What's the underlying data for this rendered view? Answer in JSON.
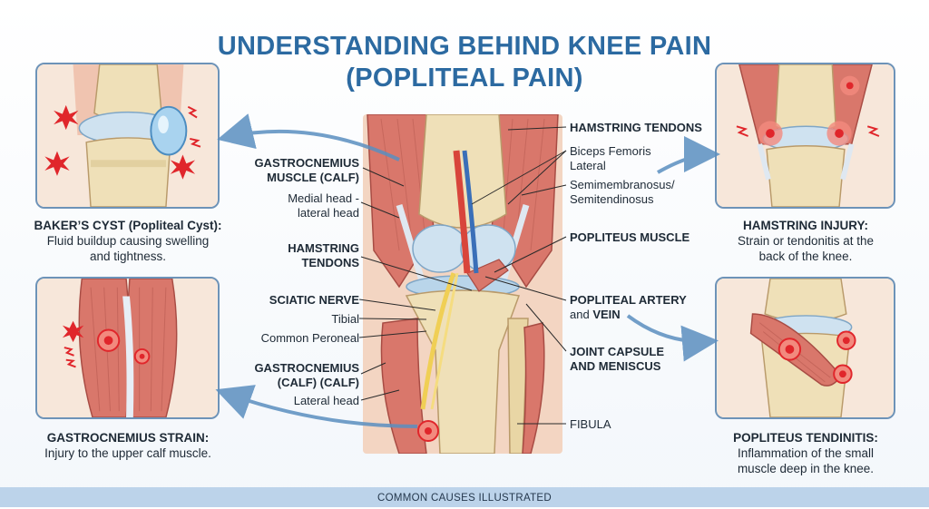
{
  "title": {
    "line1": "UNDERSTANDING BEHIND KNEE PAIN",
    "line2": "(POPLITEAL PAIN)"
  },
  "panels": {
    "bakers": {
      "heading": "BAKER’S CYST (Popliteal Cyst):",
      "line1": "Fluid buildup causing swelling",
      "line2": "and tightness."
    },
    "gastroc": {
      "heading": "GASTROCNEMIUS STRAIN:",
      "line1": "Injury to the upper calf muscle."
    },
    "hamstring": {
      "heading": "HAMSTRING INJURY:",
      "line1": "Strain or tendonitis at the",
      "line2": "back of the knee."
    },
    "popliteus": {
      "heading": "POPLITEUS TENDINITIS:",
      "line1": "Inflammation of the small",
      "line2": "muscle deep in the knee."
    }
  },
  "labels": {
    "left": {
      "gastroc_top_1": "GASTROCNEMIUS",
      "gastroc_top_2": "MUSCLE (CALF)",
      "medial_1": "Medial head -",
      "medial_2": "lateral head",
      "hamstring_1": "HAMSTRING",
      "hamstring_2": "TENDONS",
      "sciatic": "SCIATIC NERVE",
      "tibial": "Tibial",
      "peroneal": "Common Peroneal",
      "gastroc_bot_1": "GASTROCNEMIUS",
      "gastroc_bot_2": "(CALF) (CALF)",
      "lateral_head": "Lateral head"
    },
    "right": {
      "hamstring_tendons": "HAMSTRING TENDONS",
      "biceps": "Biceps Femoris",
      "lateral": "Lateral",
      "semimem": "Semimembranosus/",
      "semiten": "Semitendinosus",
      "popliteus_muscle": "POPLITEUS MUSCLE",
      "artery_1": "POPLITEAL ARTERY",
      "artery_2a": "and ",
      "artery_2b": "VEIN",
      "capsule_1": "JOINT CAPSULE",
      "capsule_2": "AND MENISCUS",
      "fibula": "FIBULA"
    }
  },
  "footer": "COMMON CAUSES ILLUSTRATED",
  "colors": {
    "title": "#2c6aa1",
    "muscle": "#d9776b",
    "bone": "#efe0b8",
    "cartilage": "#cfe2f0",
    "artery": "#d8453b",
    "vein": "#3a6fb8",
    "nerve": "#f0cf55",
    "pain": "#e0262b",
    "arrow": "#5b8fc0"
  }
}
